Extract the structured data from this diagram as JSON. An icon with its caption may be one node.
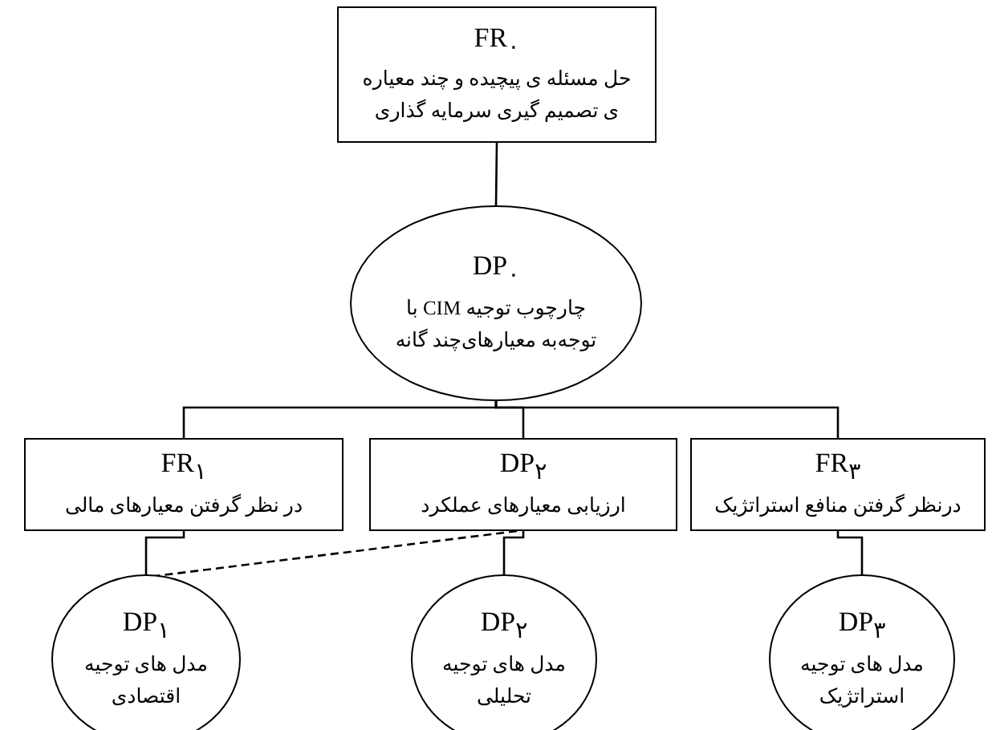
{
  "diagram": {
    "nodes": [
      {
        "text": [
          "FR$_{۰}$",
          "حل مسئله ی پیچیده و چند معیاره ی تصمیم گیری سرمایه گذاری"
        ]
      },
      {
        "text": [
          "DP$_{۰}$",
          "چارچوب توجیه CIM با توجه‌به معیارهای‌چند گانه"
        ]
      },
      {
        "text": [
          "FR$_{۱}$",
          "در نظر گرفتن معیارهای مالی"
        ]
      },
      {
        "text": [
          "DP$_{۲}$",
          "ارزیابی معیارهای عملکرد"
        ]
      },
      {
        "text": [
          "FR$_{۳}$",
          "درنظر گرفتن منافع استراتژیک"
        ]
      },
      {
        "text": [
          "DP$_{۱}$",
          "مدل های توجیه اقتصادی"
        ]
      },
      {
        "text": [
          "DP$_{۲}$",
          "مدل های توجیه تحلیلی"
        ]
      },
      {
        "text": [
          "DP$_{۳}$",
          "مدل های توجیه استراتژیک"
        ]
      }
    ],
    "edges": [
      {
        "from": 0,
        "to": 1,
        "arrow": "none"
      },
      {
        "from": 1,
        "to": 2,
        "arrow": "none"
      },
      {
        "from": 1,
        "to": 3,
        "arrow": "none"
      },
      {
        "from": 1,
        "to": 4,
        "arrow": "none"
      },
      {
        "from": 2,
        "to": 5,
        "arrow": "none"
      },
      {
        "from": 3,
        "to": 6,
        "arrow": "none"
      },
      {
        "from": 4,
        "to": 7,
        "arrow": "none"
      },
      {
        "from": 3,
        "to": 5,
        "arrow": "none",
        "style": "dashed"
      }
    ]
  }
}
